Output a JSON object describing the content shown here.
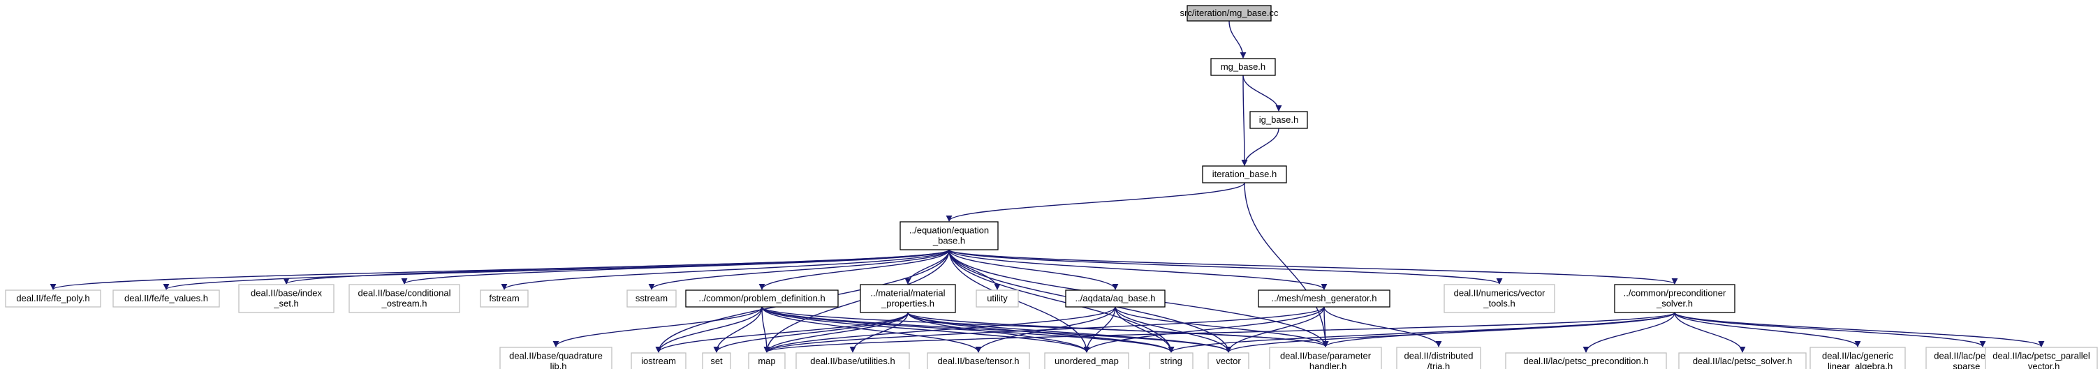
{
  "graph": {
    "colors": {
      "edge": "#191970",
      "node_border_internal": "#000000",
      "node_border_external": "#bfbfbf",
      "node_fill_root": "#bfbfbf",
      "node_fill": "#ffffff"
    },
    "nodes": [
      {
        "id": "root",
        "kind": "root",
        "lines": [
          "src/iteration/mg_base.cc"
        ]
      },
      {
        "id": "mg_base",
        "kind": "internal",
        "lines": [
          "mg_base.h"
        ]
      },
      {
        "id": "ig_base",
        "kind": "internal",
        "lines": [
          "ig_base.h"
        ]
      },
      {
        "id": "iteration_base",
        "kind": "internal",
        "lines": [
          "iteration_base.h"
        ]
      },
      {
        "id": "equation_base",
        "kind": "internal",
        "lines": [
          "../equation/equation",
          "_base.h"
        ]
      },
      {
        "id": "fe_poly",
        "kind": "external",
        "lines": [
          "deal.II/fe/fe_poly.h"
        ]
      },
      {
        "id": "fe_values",
        "kind": "external",
        "lines": [
          "deal.II/fe/fe_values.h"
        ]
      },
      {
        "id": "index_set",
        "kind": "external",
        "lines": [
          "deal.II/base/index",
          "_set.h"
        ]
      },
      {
        "id": "conditional_ostream",
        "kind": "external",
        "lines": [
          "deal.II/base/conditional",
          "_ostream.h"
        ]
      },
      {
        "id": "fstream",
        "kind": "external",
        "lines": [
          "fstream"
        ]
      },
      {
        "id": "sstream",
        "kind": "external",
        "lines": [
          "sstream"
        ]
      },
      {
        "id": "problem_definition",
        "kind": "internal",
        "lines": [
          "../common/problem_definition.h"
        ]
      },
      {
        "id": "material_properties",
        "kind": "internal",
        "lines": [
          "../material/material",
          "_properties.h"
        ]
      },
      {
        "id": "utility",
        "kind": "external",
        "lines": [
          "utility"
        ]
      },
      {
        "id": "aq_base",
        "kind": "internal",
        "lines": [
          "../aqdata/aq_base.h"
        ]
      },
      {
        "id": "mesh_generator",
        "kind": "internal",
        "lines": [
          "../mesh/mesh_generator.h"
        ]
      },
      {
        "id": "vector_tools",
        "kind": "external",
        "lines": [
          "deal.II/numerics/vector",
          "_tools.h"
        ]
      },
      {
        "id": "preconditioner_solver",
        "kind": "internal",
        "lines": [
          "../common/preconditioner",
          "_solver.h"
        ]
      },
      {
        "id": "quadrature_lib",
        "kind": "external",
        "lines": [
          "deal.II/base/quadrature",
          "_lib.h"
        ]
      },
      {
        "id": "iostream",
        "kind": "external",
        "lines": [
          "iostream"
        ]
      },
      {
        "id": "set",
        "kind": "external",
        "lines": [
          "set"
        ]
      },
      {
        "id": "map",
        "kind": "external",
        "lines": [
          "map"
        ]
      },
      {
        "id": "base_utilities",
        "kind": "external",
        "lines": [
          "deal.II/base/utilities.h"
        ]
      },
      {
        "id": "base_tensor",
        "kind": "external",
        "lines": [
          "deal.II/base/tensor.h"
        ]
      },
      {
        "id": "unordered_map",
        "kind": "external",
        "lines": [
          "unordered_map"
        ]
      },
      {
        "id": "string",
        "kind": "external",
        "lines": [
          "string"
        ]
      },
      {
        "id": "vector",
        "kind": "external",
        "lines": [
          "vector"
        ]
      },
      {
        "id": "parameter_handler",
        "kind": "external",
        "lines": [
          "deal.II/base/parameter",
          "_handler.h"
        ]
      },
      {
        "id": "distributed_tria",
        "kind": "external",
        "lines": [
          "deal.II/distributed",
          "/tria.h"
        ]
      },
      {
        "id": "petsc_precondition",
        "kind": "external",
        "lines": [
          "deal.II/lac/petsc_precondition.h"
        ]
      },
      {
        "id": "petsc_solver",
        "kind": "external",
        "lines": [
          "deal.II/lac/petsc_solver.h"
        ]
      },
      {
        "id": "generic_linear_algebra",
        "kind": "external",
        "lines": [
          "deal.II/lac/generic",
          "_linear_algebra.h"
        ]
      },
      {
        "id": "petsc_parallel_sparse_matrix",
        "kind": "external",
        "lines": [
          "deal.II/lac/petsc_parallel",
          "_sparse_matrix.h"
        ]
      },
      {
        "id": "petsc_parallel_vector",
        "kind": "external",
        "lines": [
          "deal.II/lac/petsc_parallel",
          "_vector.h"
        ]
      }
    ],
    "edges": [
      [
        "root",
        "mg_base"
      ],
      [
        "mg_base",
        "iteration_base"
      ],
      [
        "mg_base",
        "ig_base"
      ],
      [
        "ig_base",
        "iteration_base"
      ],
      [
        "iteration_base",
        "equation_base"
      ],
      [
        "iteration_base",
        "parameter_handler"
      ],
      [
        "equation_base",
        "fe_poly"
      ],
      [
        "equation_base",
        "fe_values"
      ],
      [
        "equation_base",
        "index_set"
      ],
      [
        "equation_base",
        "conditional_ostream"
      ],
      [
        "equation_base",
        "fstream"
      ],
      [
        "equation_base",
        "sstream"
      ],
      [
        "equation_base",
        "problem_definition"
      ],
      [
        "equation_base",
        "material_properties"
      ],
      [
        "equation_base",
        "utility"
      ],
      [
        "equation_base",
        "aq_base"
      ],
      [
        "equation_base",
        "mesh_generator"
      ],
      [
        "equation_base",
        "vector_tools"
      ],
      [
        "equation_base",
        "preconditioner_solver"
      ],
      [
        "equation_base",
        "iostream"
      ],
      [
        "equation_base",
        "map"
      ],
      [
        "equation_base",
        "unordered_map"
      ],
      [
        "equation_base",
        "string"
      ],
      [
        "equation_base",
        "vector"
      ],
      [
        "equation_base",
        "parameter_handler"
      ],
      [
        "problem_definition",
        "quadrature_lib"
      ],
      [
        "problem_definition",
        "iostream"
      ],
      [
        "problem_definition",
        "set"
      ],
      [
        "problem_definition",
        "map"
      ],
      [
        "problem_definition",
        "base_tensor"
      ],
      [
        "problem_definition",
        "unordered_map"
      ],
      [
        "problem_definition",
        "string"
      ],
      [
        "problem_definition",
        "vector"
      ],
      [
        "problem_definition",
        "parameter_handler"
      ],
      [
        "material_properties",
        "iostream"
      ],
      [
        "material_properties",
        "set"
      ],
      [
        "material_properties",
        "map"
      ],
      [
        "material_properties",
        "base_utilities"
      ],
      [
        "material_properties",
        "unordered_map"
      ],
      [
        "material_properties",
        "string"
      ],
      [
        "material_properties",
        "vector"
      ],
      [
        "material_properties",
        "parameter_handler"
      ],
      [
        "aq_base",
        "map"
      ],
      [
        "aq_base",
        "base_tensor"
      ],
      [
        "aq_base",
        "unordered_map"
      ],
      [
        "aq_base",
        "string"
      ],
      [
        "aq_base",
        "vector"
      ],
      [
        "aq_base",
        "parameter_handler"
      ],
      [
        "mesh_generator",
        "map"
      ],
      [
        "mesh_generator",
        "unordered_map"
      ],
      [
        "mesh_generator",
        "vector"
      ],
      [
        "mesh_generator",
        "parameter_handler"
      ],
      [
        "mesh_generator",
        "distributed_tria"
      ],
      [
        "preconditioner_solver",
        "map"
      ],
      [
        "preconditioner_solver",
        "string"
      ],
      [
        "preconditioner_solver",
        "vector"
      ],
      [
        "preconditioner_solver",
        "parameter_handler"
      ],
      [
        "preconditioner_solver",
        "petsc_precondition"
      ],
      [
        "preconditioner_solver",
        "petsc_solver"
      ],
      [
        "preconditioner_solver",
        "generic_linear_algebra"
      ],
      [
        "preconditioner_solver",
        "petsc_parallel_sparse_matrix"
      ],
      [
        "preconditioner_solver",
        "petsc_parallel_vector"
      ]
    ]
  }
}
